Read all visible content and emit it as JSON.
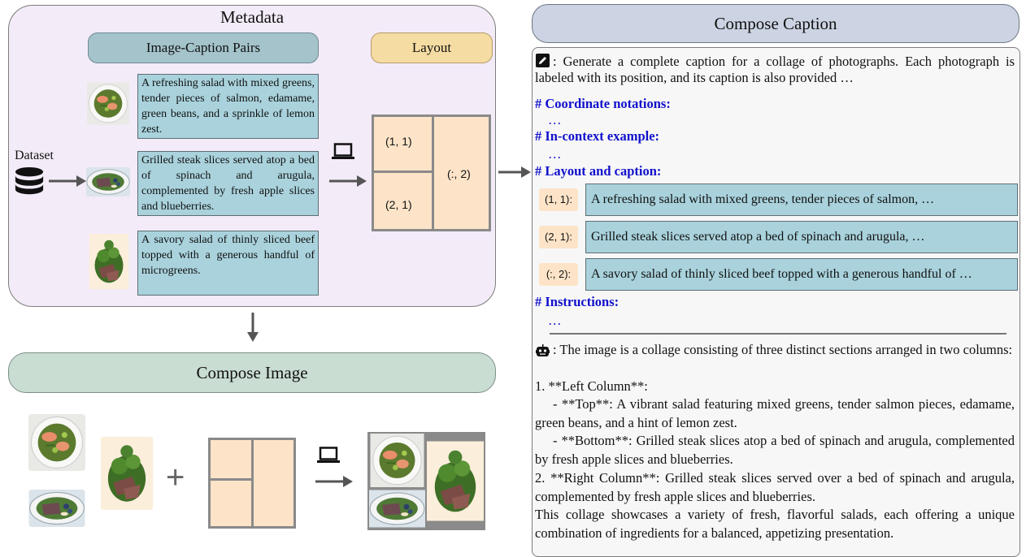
{
  "metadata": {
    "title": "Metadata",
    "pairs_header": "Image-Caption Pairs",
    "layout_header": "Layout",
    "dataset_label": "Dataset",
    "captions": [
      "A refreshing salad with mixed greens, tender pieces of salmon, edamame, green beans, and a sprinkle of lemon zest.",
      "Grilled steak slices served atop a bed of spinach and arugula, complemented by fresh apple slices and blueberries.",
      "A savory salad of thinly sliced beef topped with a generous handful of microgreens."
    ],
    "layout_cells": [
      "(1, 1)",
      "(2, 1)",
      "(:, 2)"
    ]
  },
  "compose_image": {
    "title": "Compose Image",
    "plus": "+"
  },
  "compose_caption": {
    "title": "Compose Caption",
    "prompt": ": Generate a complete caption for a collage of photographs. Each photograph is labeled with its position, and its caption is also provided …",
    "headings": {
      "coord": "# Coordinate notations:",
      "incontext": "# In-context example:",
      "layout": "# Layout and caption:",
      "instructions": "# Instructions:"
    },
    "ellipsis": "…",
    "rows": [
      {
        "tag": "(1, 1):",
        "text": "A refreshing salad with mixed greens, tender pieces of salmon, …"
      },
      {
        "tag": "(2, 1):",
        "text": "Grilled steak slices served atop a bed of spinach and arugula, …"
      },
      {
        "tag": "(:, 2):",
        "text": "A savory salad of thinly sliced beef topped with a generous handful of …"
      }
    ],
    "response": [
      ": The image is a collage consisting of three distinct sections arranged in two columns:",
      "1. **Left Column**:",
      "   - **Top**: A vibrant salad featuring mixed greens, tender salmon pieces, edamame, green beans, and a hint of lemon zest.",
      "   - **Bottom**: Grilled steak slices atop a bed of spinach and arugula, complemented by fresh apple slices and blueberries.",
      "2. **Right Column**: Grilled steak slices served over a bed of spinach and arugula, complemented by fresh apple slices and blueberries.",
      "This collage showcases a variety of fresh, flavorful salads, each offering a unique combination of ingredients for a balanced, appetizing presentation."
    ]
  },
  "colors": {
    "metadata_bg": "#f3ebf8",
    "pairs_header": "#a4c3cb",
    "layout_header": "#f5dca2",
    "caption_box": "#a9d2dc",
    "layout_cell": "#fde4c8",
    "compose_image_bg": "#c9ddd3",
    "compose_caption_bg": "#ccd4e3",
    "heading_blue": "#1010cc"
  },
  "icons": [
    "database-icon",
    "laptop-icon",
    "edit-icon",
    "robot-icon",
    "arrow-right-icon",
    "arrow-down-icon"
  ]
}
